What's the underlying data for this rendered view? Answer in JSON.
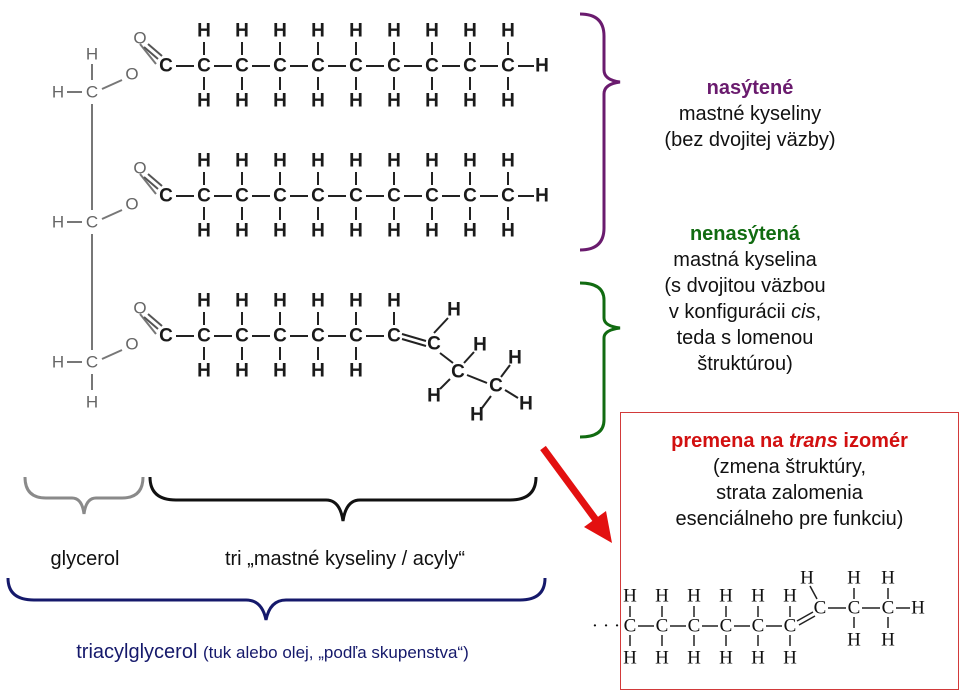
{
  "atoms": {
    "C": "C",
    "H": "H",
    "O": "O"
  },
  "labels": {
    "saturated_title": "nasýtené",
    "saturated_line2": "mastné kyseliny",
    "saturated_line3": "(bez dvojitej väzby)",
    "unsaturated_title": "nenasýtená",
    "unsaturated_line2": "mastná kyselina",
    "unsaturated_line3": "(s dvojitou väzbou",
    "unsaturated_line4_pre": "v konfigurácii ",
    "unsaturated_line4_em": "cis",
    "unsaturated_line4_post": ",",
    "unsaturated_line5": "teda s lomenou",
    "unsaturated_line6": "štruktúrou)",
    "trans_title_pre": "premena na ",
    "trans_title_em": "trans",
    "trans_title_post": " izomér",
    "trans_line2": "(zmena štruktúry,",
    "trans_line3": "strata zalomenia",
    "trans_line4": "esenciálneho pre funkciu)",
    "glycerol": "glycerol",
    "fatty_acids": "tri „mastné kyseliny / acyly“",
    "tag_main": "triacylglycerol",
    "tag_note": "(tuk alebo olej, „podľa skupenstva“)",
    "ellipsis": "· · ·"
  },
  "colors": {
    "saturated": "#6a1b6e",
    "unsaturated": "#116b11",
    "trans": "#d21010",
    "triacylglycerol": "#15196b",
    "glycerol_bracket": "#8a8a8a",
    "acyl_bracket": "#111111"
  }
}
